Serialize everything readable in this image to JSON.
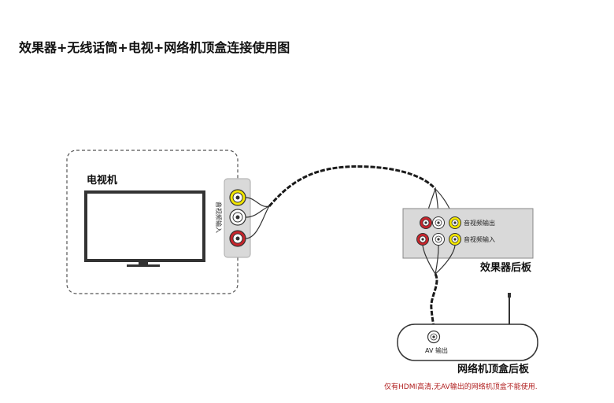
{
  "title": "效果器+无线话筒+电视+网络机顶盒连接使用图",
  "tv": {
    "label": "电视机",
    "input_label": "音视频输入"
  },
  "effector": {
    "port_out_label": "音视频输出",
    "port_in_label": "音视频输入",
    "panel_label": "效果器后板"
  },
  "settop": {
    "port_label": "AV 输出",
    "panel_label": "网络机顶盒后板",
    "note": "仅有HDMI高清,无AV输出的网络机顶盒不能使用."
  },
  "colors": {
    "yellow": "#f2e600",
    "white": "#ffffff",
    "red": "#c8242b",
    "cable": "#1a1a1a",
    "panel_gray": "#d9d9d9",
    "note_red": "#b01e1e"
  }
}
